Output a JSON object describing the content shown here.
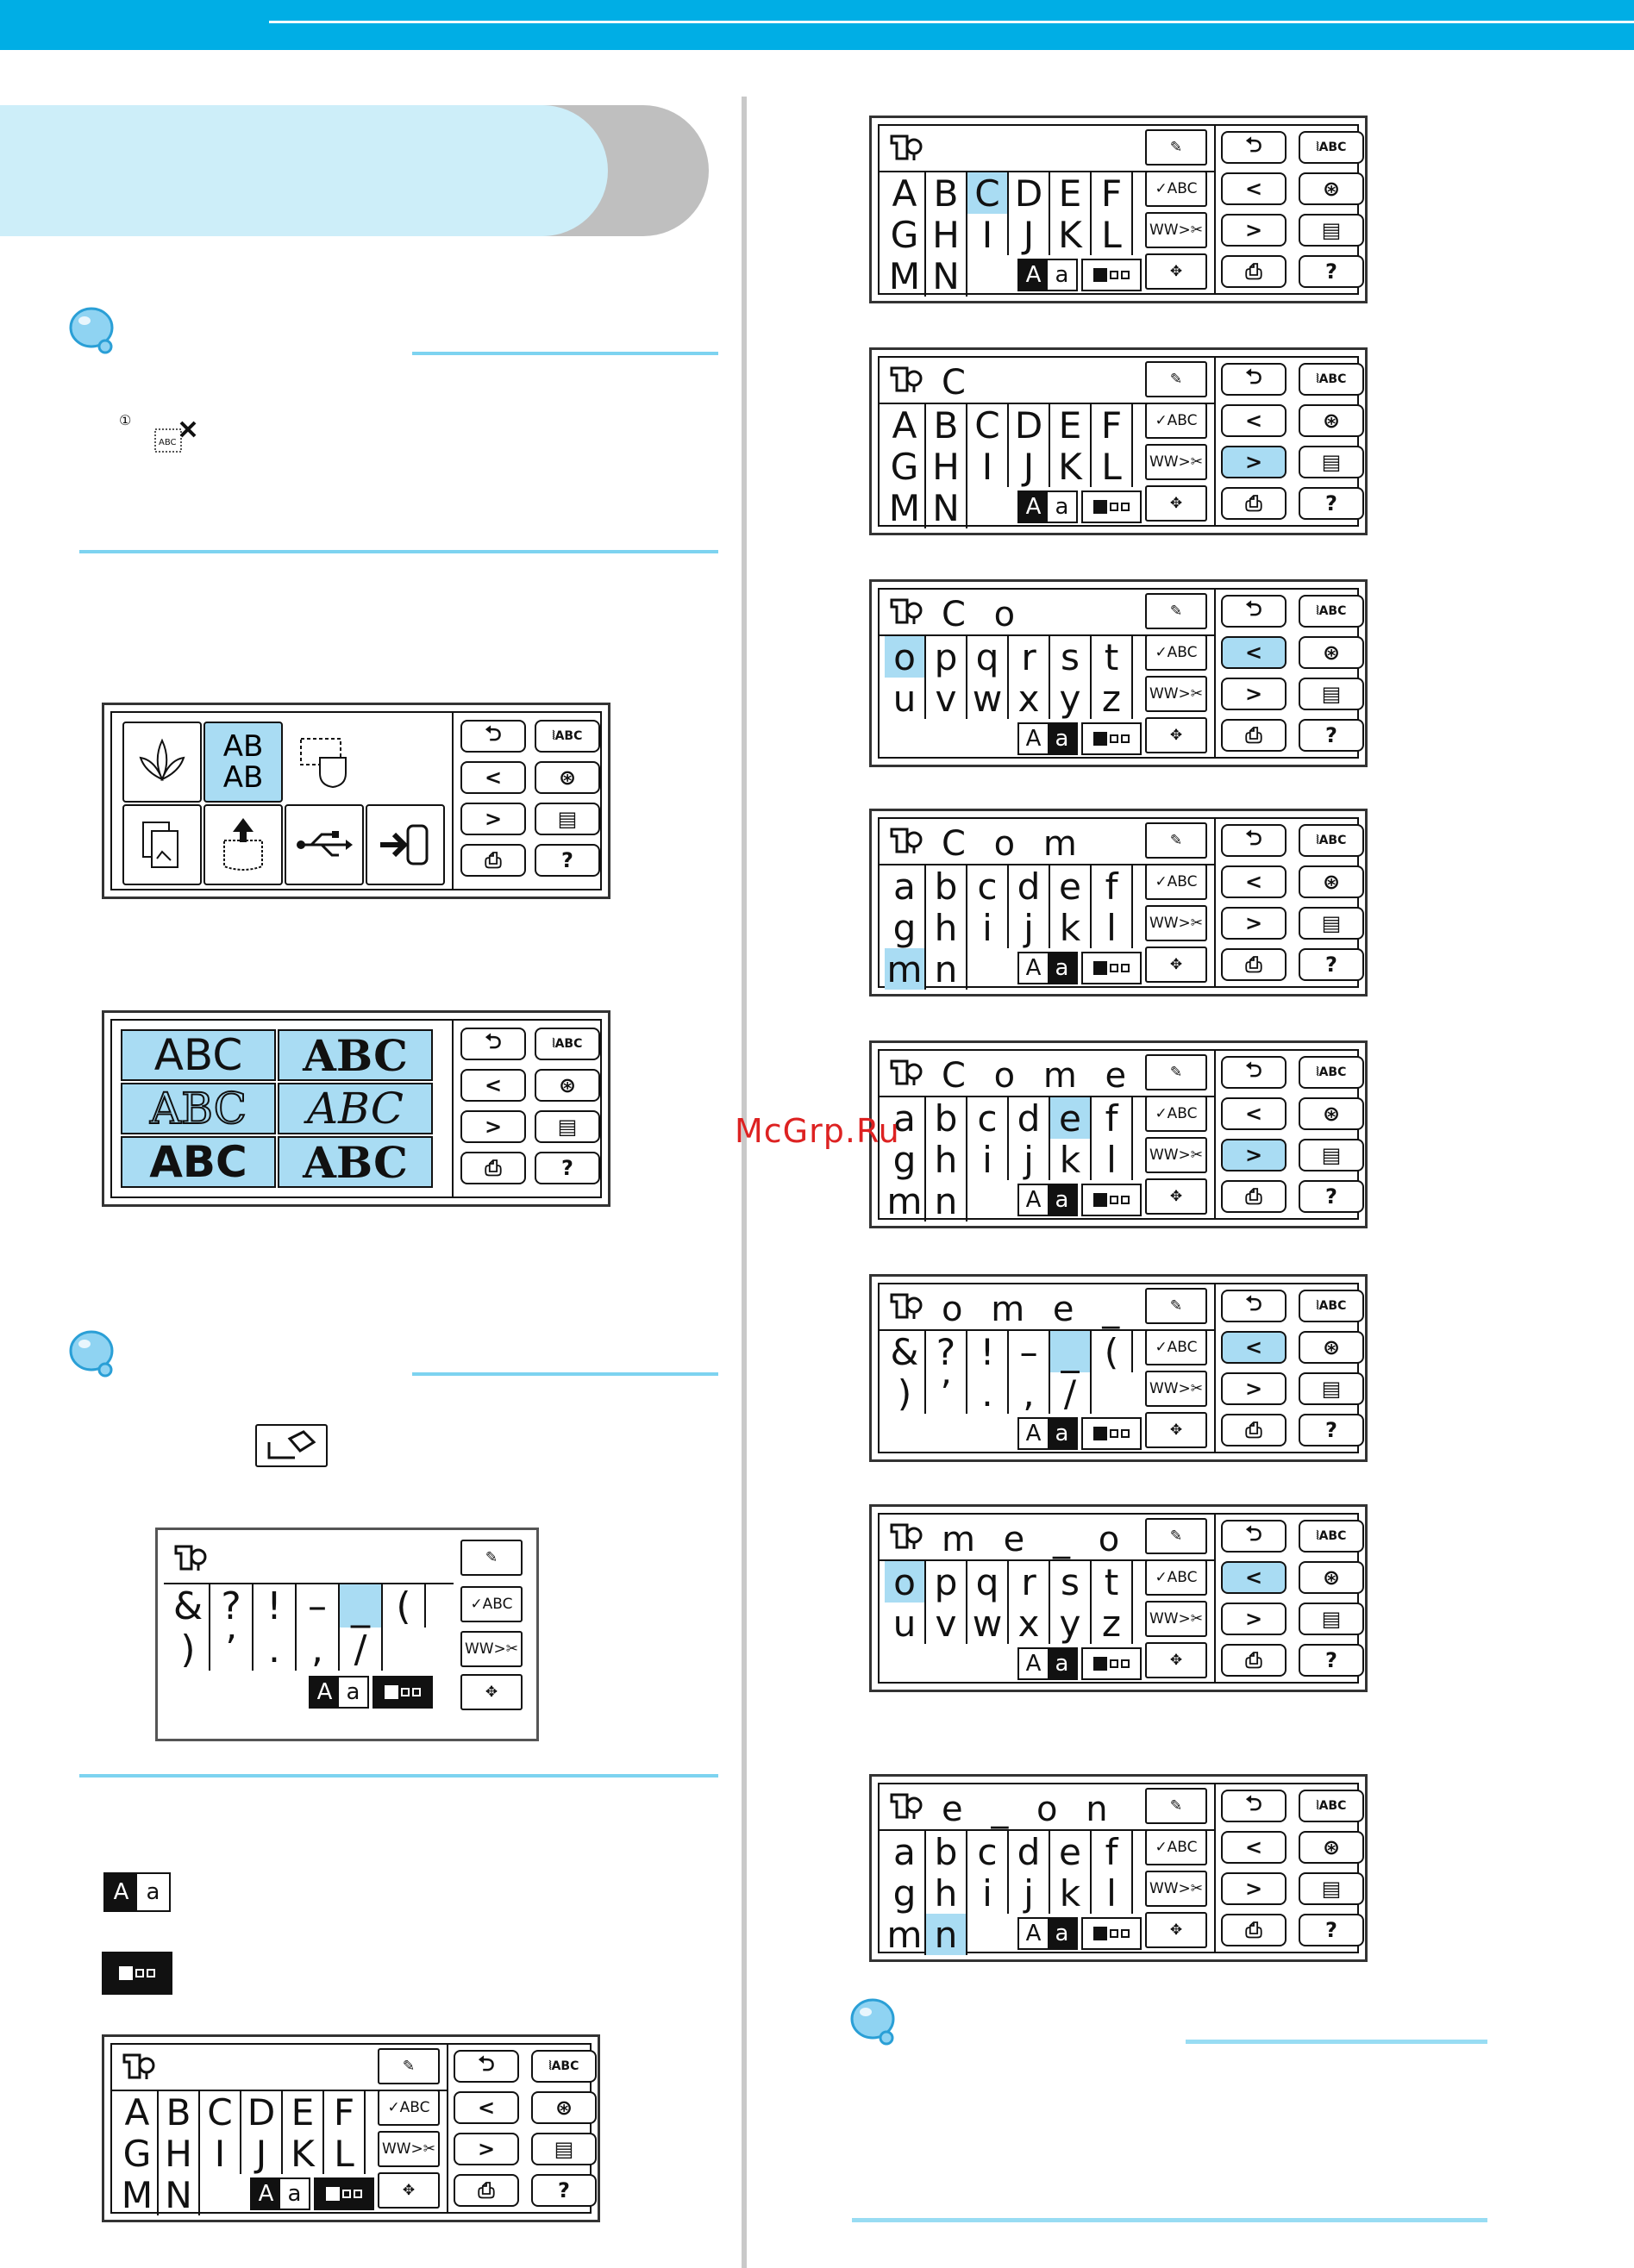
{
  "header": {
    "accent": "#00aee5"
  },
  "note_icon": "bell-icon",
  "step_marker": "①",
  "watermark": "McGrp.Ru",
  "icons": {
    "delete_stitch_icon": "embroidery-delete-icon",
    "edit_icon": "edit-character-icon",
    "case_icon": "Aa",
    "size_icon": "size-icon"
  },
  "side_buttons": {
    "back": "⮌",
    "prev": "<",
    "next": ">",
    "save": "save-icon",
    "presser": "presser-foot-icon",
    "bobbin": "bobbin-icon",
    "page": "page-icon",
    "help": "help-icon"
  },
  "func_buttons": {
    "check": "✓ABC",
    "edit": "edit-icon",
    "cut": "WW>✂",
    "move": "move-icon"
  },
  "case_toggle": {
    "upper": "A",
    "lower": "a"
  },
  "menu_screen": {
    "selected": "AB AB"
  },
  "font_screen": {
    "fonts": [
      "ABC",
      "ABC",
      "ABC",
      "ABC",
      "ABC",
      "ABC"
    ]
  },
  "keyboards": {
    "upper": [
      [
        "A",
        "B",
        "C",
        "D",
        "E",
        "F"
      ],
      [
        "G",
        "H",
        "I",
        "J",
        "K",
        "L"
      ],
      [
        "M",
        "N"
      ]
    ],
    "lower1": [
      [
        "a",
        "b",
        "c",
        "d",
        "e",
        "f"
      ],
      [
        "g",
        "h",
        "i",
        "j",
        "k",
        "l"
      ],
      [
        "m",
        "n"
      ]
    ],
    "lower2": [
      [
        "o",
        "p",
        "q",
        "r",
        "s",
        "t"
      ],
      [
        "u",
        "v",
        "w",
        "x",
        "y",
        "z"
      ]
    ],
    "symbols": [
      [
        "&",
        "?",
        "!",
        "–",
        "_",
        "("
      ],
      [
        ")",
        "’",
        ".",
        ",",
        "/"
      ]
    ]
  },
  "screens_right": [
    {
      "display": "",
      "selected": "C"
    },
    {
      "display": "C",
      "selected": "next"
    },
    {
      "display": "C o",
      "selected": "o"
    },
    {
      "display": "C o m",
      "selected": "m"
    },
    {
      "display": "C o m e",
      "selected": "e"
    },
    {
      "display": "o m e _",
      "selected": "_"
    },
    {
      "display": "m e _ o",
      "selected": "o"
    },
    {
      "display": "e _ o n",
      "selected": "n"
    }
  ]
}
